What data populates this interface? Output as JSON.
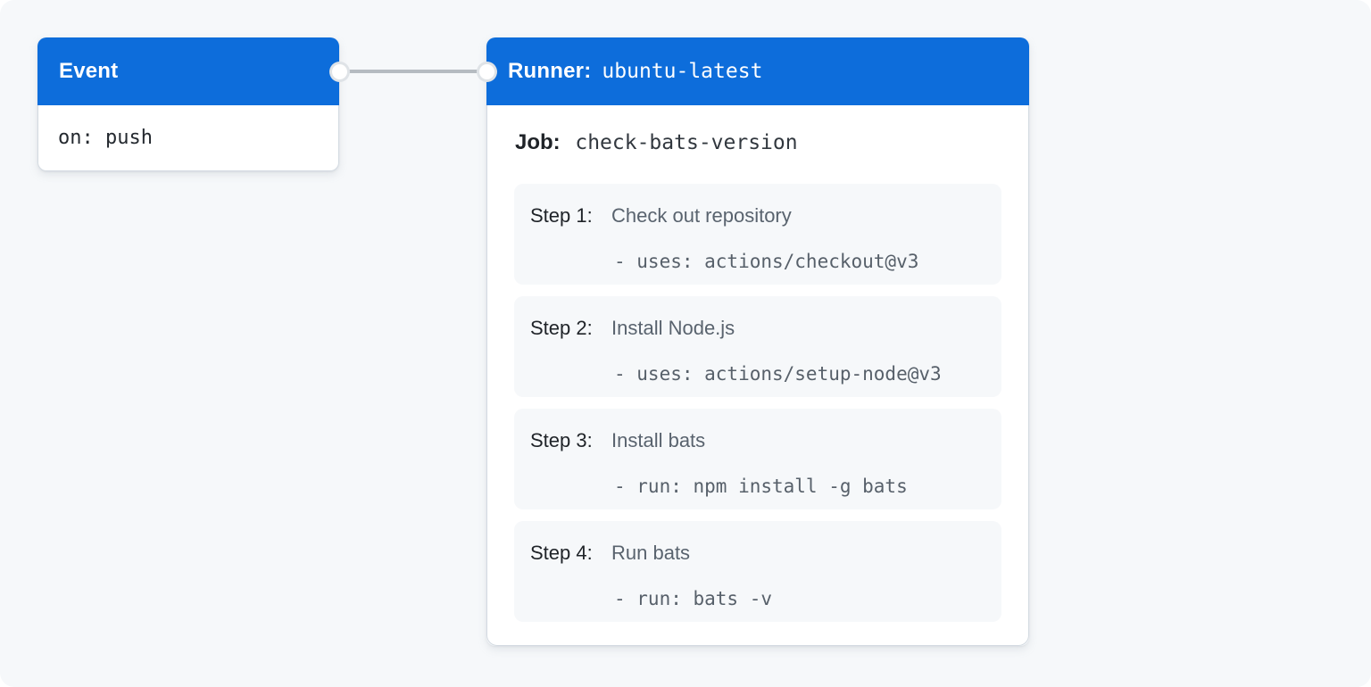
{
  "colors": {
    "accent_blue": "#0d6ddb",
    "page_background": "#f6f8fa",
    "card_background": "#ffffff",
    "step_background": "#f6f8fa",
    "dark_text": "#1f2328",
    "gray_text": "#59636e",
    "connector_gray": "#b5bbc1"
  },
  "event_card": {
    "title": "Event",
    "code": "on: push"
  },
  "runner_card": {
    "title_label": "Runner:",
    "title_value": "ubuntu-latest",
    "job_label": "Job:",
    "job_value": "check-bats-version",
    "steps": [
      {
        "label": "Step 1:",
        "title": "Check out repository",
        "code": "- uses: actions/checkout@v3"
      },
      {
        "label": "Step 2:",
        "title": "Install Node.js",
        "code": "- uses: actions/setup-node@v3"
      },
      {
        "label": "Step 3:",
        "title": "Install bats",
        "code": "- run: npm install -g bats"
      },
      {
        "label": "Step 4:",
        "title": "Run bats",
        "code": "- run: bats -v"
      }
    ]
  }
}
